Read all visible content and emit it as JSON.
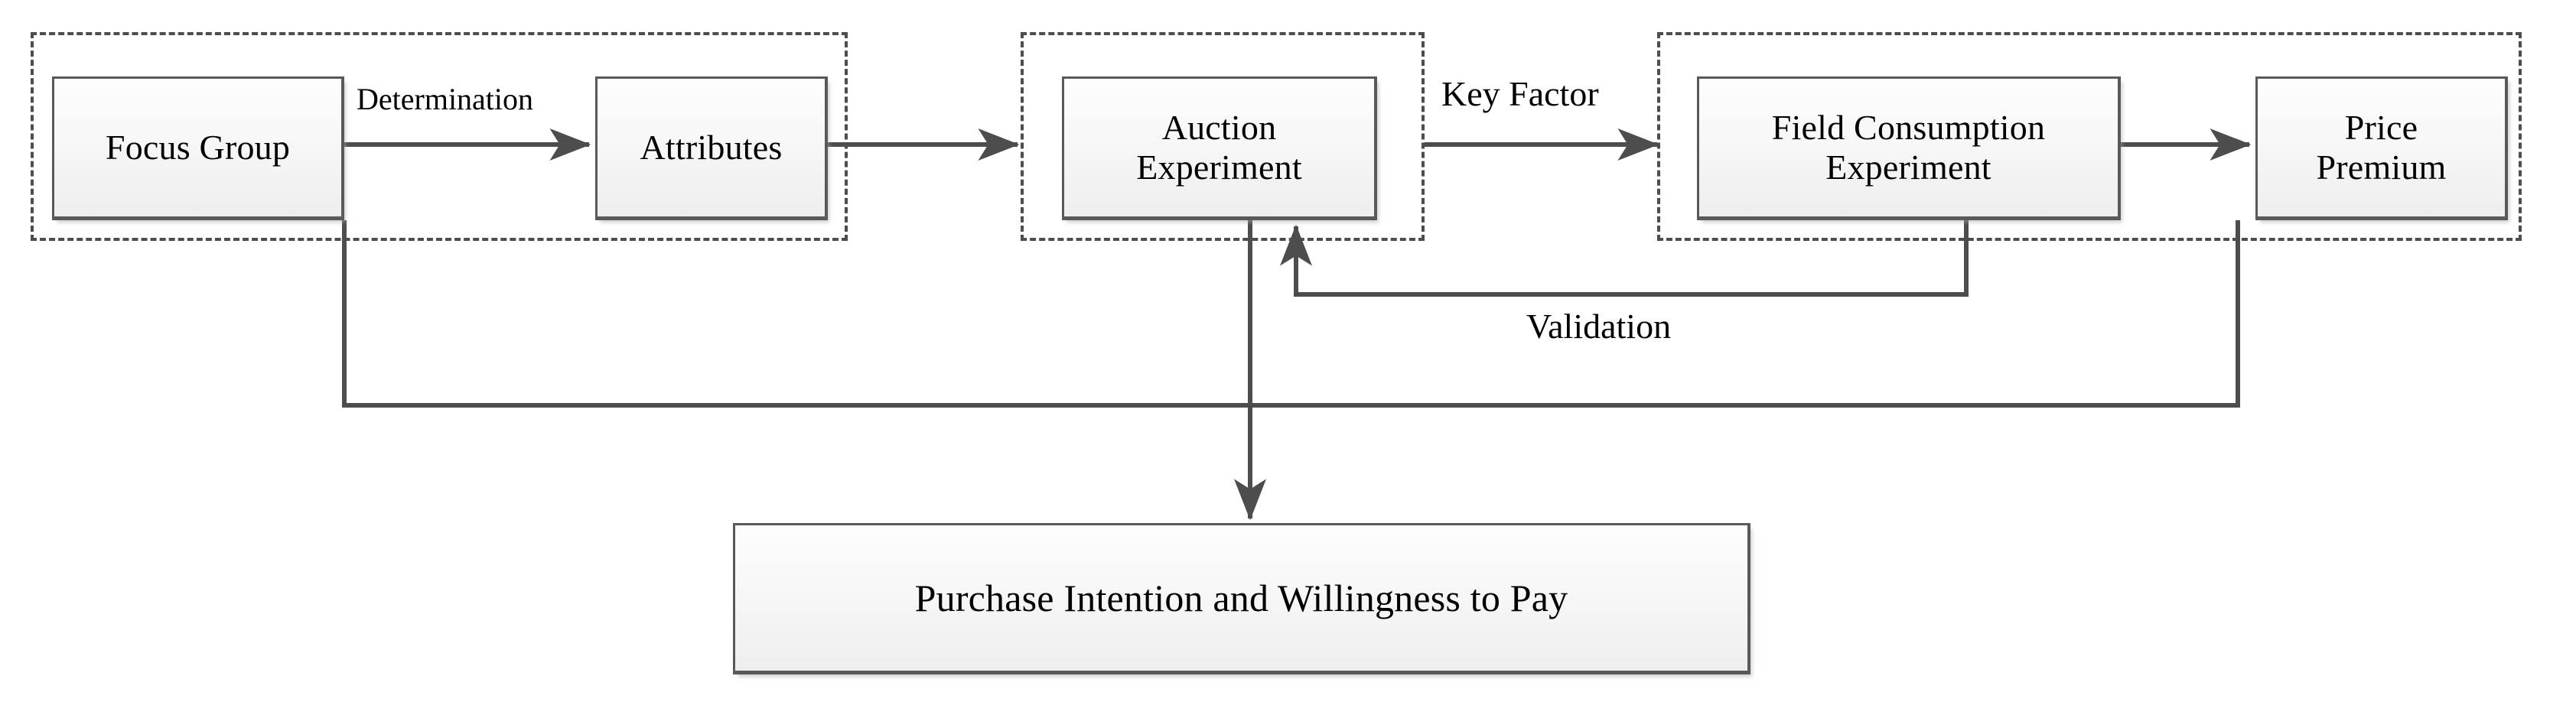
{
  "diagram": {
    "type": "flowchart",
    "title": "Research framework flowchart",
    "colors": {
      "box_border": "#595959",
      "box_fill_top": "#fdfdfd",
      "box_fill_bottom": "#eeeeee",
      "group_border": "#4d4d4d",
      "connector": "#4d4d4d",
      "text": "#000000",
      "background": "#ffffff"
    },
    "nodes": [
      {
        "id": "focus-group",
        "label": "Focus Group"
      },
      {
        "id": "attributes",
        "label": "Attributes"
      },
      {
        "id": "auction-experiment",
        "label": "Auction\nExperiment"
      },
      {
        "id": "field-consumption",
        "label": "Field Consumption\nExperiment"
      },
      {
        "id": "price-premium",
        "label": "Price\nPremium"
      },
      {
        "id": "purchase-intention",
        "label": "Purchase Intention and Willingness to Pay"
      }
    ],
    "edge_labels": [
      {
        "id": "determination",
        "label": "Determination"
      },
      {
        "id": "key-factor",
        "label": "Key Factor"
      },
      {
        "id": "validation",
        "label": "Validation"
      }
    ],
    "groups": [
      {
        "id": "group-discovery",
        "contains": [
          "focus-group",
          "attributes"
        ]
      },
      {
        "id": "group-auction",
        "contains": [
          "auction-experiment"
        ]
      },
      {
        "id": "group-field",
        "contains": [
          "field-consumption",
          "price-premium"
        ]
      }
    ],
    "edges": [
      {
        "from": "focus-group",
        "to": "attributes",
        "label": "Determination",
        "style": "arrow"
      },
      {
        "from": "attributes",
        "to": "auction-experiment",
        "label": "",
        "style": "arrow"
      },
      {
        "from": "auction-experiment",
        "to": "field-consumption",
        "label": "Key Factor",
        "style": "arrow"
      },
      {
        "from": "field-consumption",
        "to": "price-premium",
        "label": "",
        "style": "arrow"
      },
      {
        "from": "field-consumption",
        "to": "auction-experiment",
        "label": "Validation",
        "style": "feedback-arrow"
      },
      {
        "from": "auction-experiment",
        "to": "purchase-intention",
        "label": "",
        "style": "arrow"
      },
      {
        "from": "focus-group",
        "to": "purchase-intention",
        "label": "",
        "style": "line"
      },
      {
        "from": "price-premium",
        "to": "purchase-intention",
        "label": "",
        "style": "line"
      }
    ]
  }
}
